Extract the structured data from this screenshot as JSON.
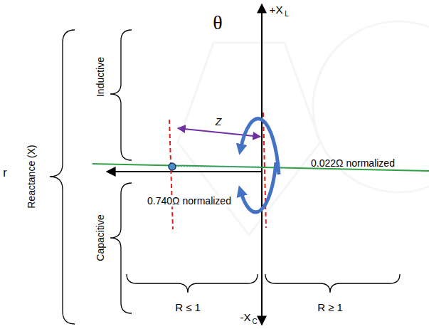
{
  "diagram": {
    "labels": [
      "θ",
      "+X",
      "L",
      "Inductive",
      "Reactance (X)",
      "r",
      "Z",
      "0.022Ω normalized",
      "0.740Ω normalized",
      "Capacitive",
      "R ≤ 1",
      "R ≥ 1",
      "-X",
      "C"
    ]
  }
}
